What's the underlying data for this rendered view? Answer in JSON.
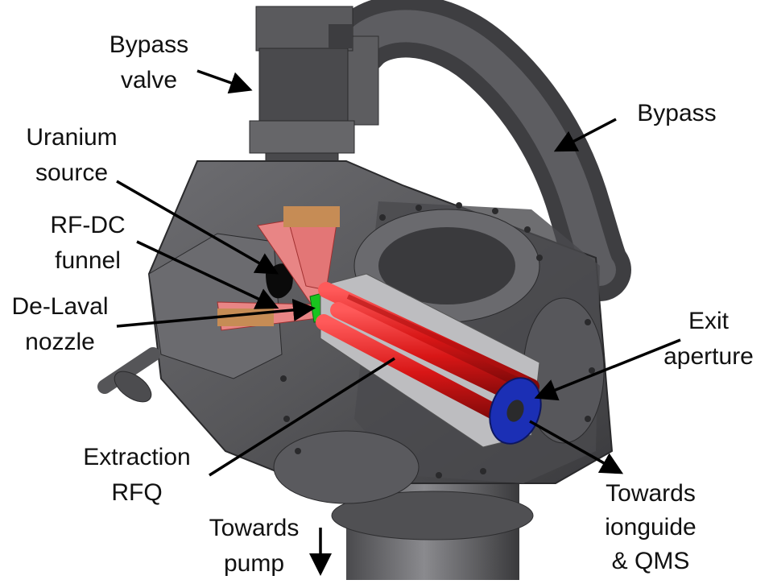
{
  "labels": {
    "bypass_valve": [
      "Bypass",
      "valve"
    ],
    "bypass": "Bypass",
    "uranium_source": [
      "Uranium",
      "source"
    ],
    "rf_dc_funnel": [
      "RF-DC",
      "funnel"
    ],
    "de_laval_nozzle": [
      "De-Laval",
      "nozzle"
    ],
    "exit_aperture": [
      "Exit",
      "aperture"
    ],
    "extraction_rfq": [
      "Extraction",
      "RFQ"
    ],
    "towards_pump": [
      "Towards",
      "pump"
    ],
    "towards_ionguide_qms": [
      "Towards",
      "ionguide",
      "& QMS"
    ]
  },
  "colors": {
    "chamber_dark": "#3d3d3f",
    "chamber_mid": "#5a5a5c",
    "chamber_light": "#7c7c80",
    "rfq_rods": "#e01b1b",
    "funnel": "#e88585",
    "nozzle": "#19c41e",
    "exit_aperture": "#1b2fb5",
    "arrows": "#000000"
  }
}
